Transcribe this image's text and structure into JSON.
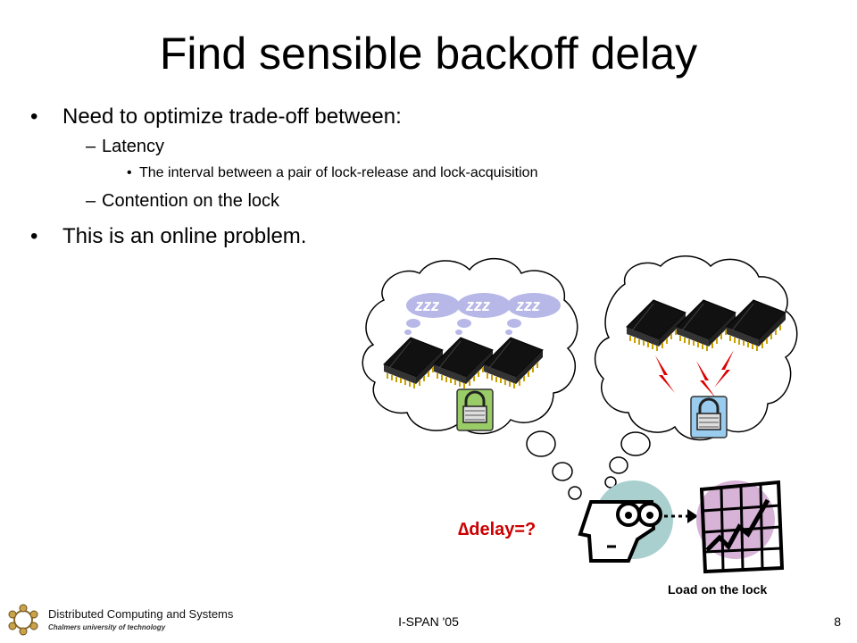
{
  "slide": {
    "title": "Find sensible backoff delay",
    "bullets": {
      "b1": "Need to optimize trade-off between:",
      "b1_sub1": "Latency",
      "b1_sub1_sub1": "The interval between a pair of lock-release and lock-acquisition",
      "b1_sub2": "Contention on the lock",
      "b2": "This is an online problem."
    },
    "bullet_marks": {
      "l1": "•",
      "l2": "–",
      "l3": "•"
    }
  },
  "figure": {
    "sleep_label": "zzz",
    "delay_label": "∆delay=?",
    "load_label": "Load on the lock",
    "icons": [
      "thought-cloud-icon",
      "chip-icon",
      "padlock-icon",
      "lightning-icon",
      "thinking-face-icon",
      "load-chart-icon"
    ],
    "colors": {
      "cloud_bubble": "#b7b7e8",
      "lock_fill": "#99cc66",
      "lock_fill_alt": "#99ccee",
      "face_bg": "#a9cfcf",
      "chart_bg": "#d7b3d7",
      "lightning": "#dd0000",
      "delay": "#cc0000"
    }
  },
  "footer": {
    "center": "I-SPAN '05",
    "page": "8",
    "logo_line1": "Distributed Computing and Systems",
    "logo_line2": "Chalmers university of technology"
  }
}
